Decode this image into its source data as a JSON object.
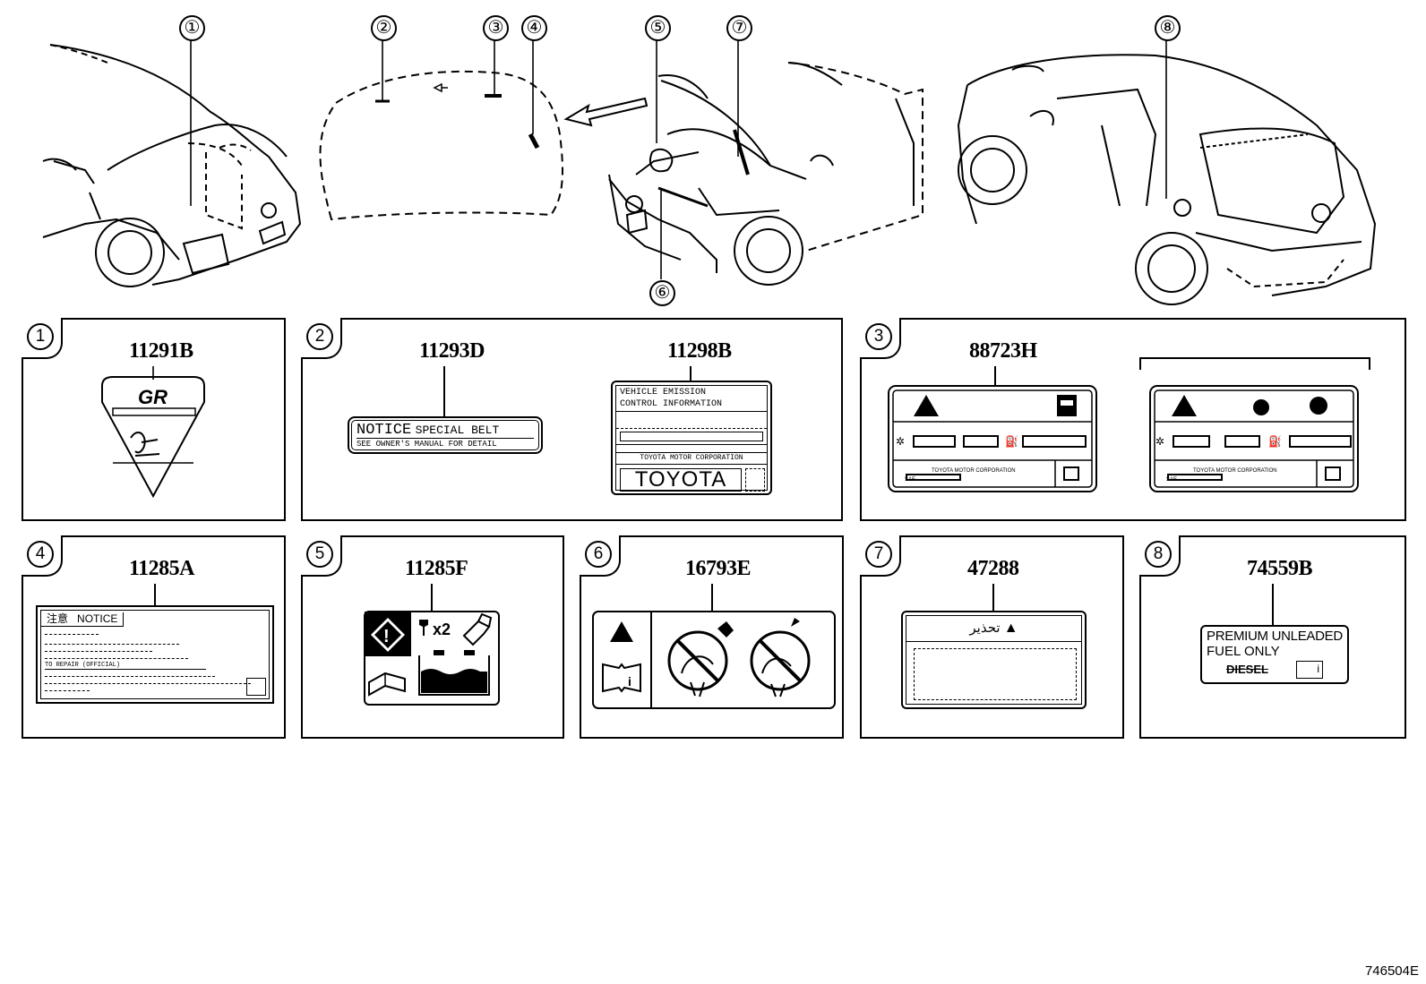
{
  "callouts": [
    "①",
    "②",
    "③",
    "④",
    "⑤",
    "⑥",
    "⑦",
    "⑧"
  ],
  "panels": [
    {
      "num": "1",
      "part": "11291B"
    },
    {
      "num": "2",
      "parts": [
        "11293D",
        "11298B"
      ]
    },
    {
      "num": "3",
      "part": "88723H"
    },
    {
      "num": "4",
      "part": "11285A"
    },
    {
      "num": "5",
      "part": "11285F"
    },
    {
      "num": "6",
      "part": "16793E"
    },
    {
      "num": "7",
      "part": "47288"
    },
    {
      "num": "8",
      "part": "74559B"
    }
  ],
  "labels": {
    "gr_logo": "GR",
    "notice_title": "NOTICE",
    "notice_sub": "SPECIAL BELT",
    "notice_line2": "SEE OWNER'S MANUAL FOR DETAIL",
    "emission_line1": "VEHICLE EMISSION",
    "emission_line2": "CONTROL INFORMATION",
    "emission_corp": "TOYOTA MOTOR CORPORATION",
    "emission_brand": "TOYOTA",
    "label3_corp": "TOYOTA MOTOR CORPORATION",
    "label3_sae": "SAE",
    "label4_header_jp": "注意",
    "label4_header": "NOTICE",
    "label4_line": "TO REPAIR (OFFICIAL)",
    "label5_x2": "x2",
    "label7_arabic": "تحذير",
    "label8_line1": "PREMIUM UNLEADED",
    "label8_line2": "FUEL ONLY",
    "label8_diesel": "DIESEL"
  },
  "reference": "746504E"
}
